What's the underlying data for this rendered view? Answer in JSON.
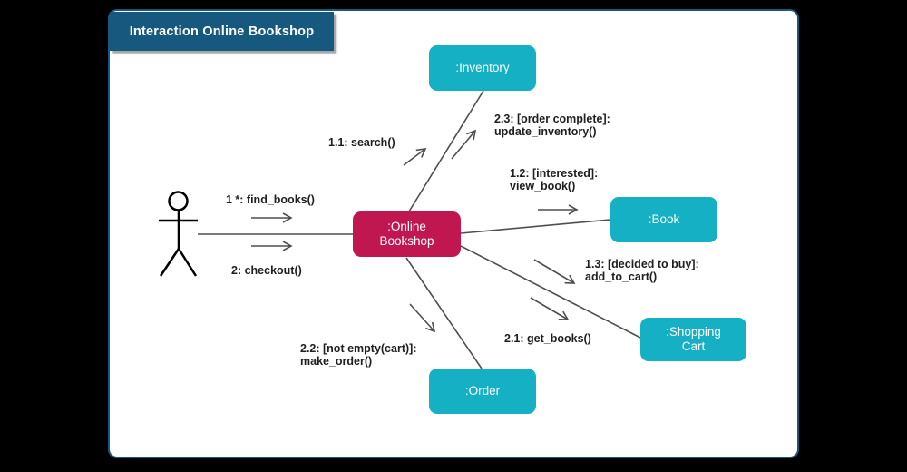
{
  "title_bar": {
    "label": "Interaction Online Bookshop"
  },
  "colors": {
    "title_blue": "#17597e",
    "node_teal": "#16b0c4",
    "node_crimson": "#c11751",
    "line_gray": "#4f4f4f",
    "label_text": "#1f1f1f",
    "canvas_bg": "#ffffff",
    "page_bg": "#000000"
  },
  "nodes": {
    "online_bookshop": {
      "label": ":Online\nBookshop"
    },
    "inventory": {
      "label": ":Inventory"
    },
    "book": {
      "label": ":Book"
    },
    "shopping_cart": {
      "label": ":Shopping\nCart"
    },
    "order": {
      "label": ":Order"
    }
  },
  "messages": {
    "find_books": {
      "label": "1 *: find_books()"
    },
    "checkout": {
      "label": "2: checkout()"
    },
    "search": {
      "label": "1.1: search()"
    },
    "update_inventory": {
      "label": "2.3: [order complete]:\nupdate_inventory()"
    },
    "view_book": {
      "label": "1.2: [interested]:\nview_book()"
    },
    "add_to_cart": {
      "label": "1.3: [decided to buy]:\nadd_to_cart()"
    },
    "get_books": {
      "label": "2.1: get_books()"
    },
    "make_order": {
      "label": "2.2: [not empty(cart)]:\nmake_order()"
    }
  }
}
